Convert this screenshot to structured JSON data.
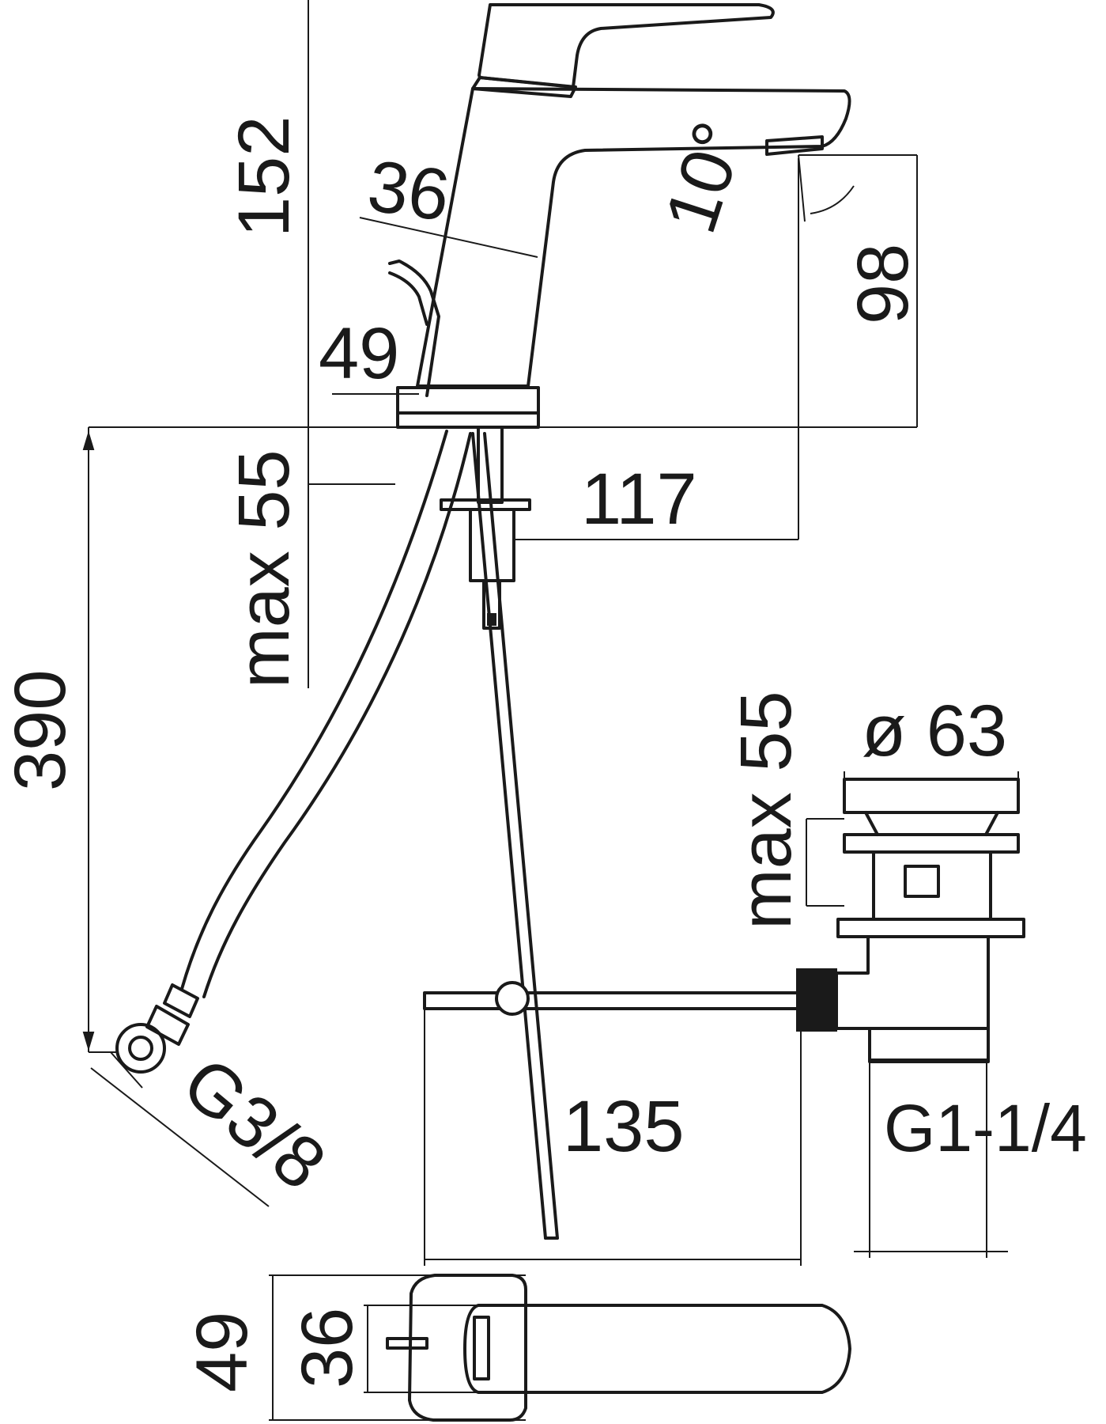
{
  "dimensions": {
    "height_total": "152",
    "spout_width": "36",
    "spout_angle": "10°",
    "spout_height": "98",
    "base_width": "49",
    "reach": "117",
    "max_deck_tap": "max 55",
    "hose_length": "390",
    "hose_connection": "G3/8",
    "waste_diameter": "ø 63",
    "max_deck_waste": "max 55",
    "rod_length": "135",
    "waste_thread": "G1-1/4",
    "plan_base_width": "49",
    "plan_spout_width": "36"
  },
  "colors": {
    "line": "#1a1a1a",
    "background": "#ffffff"
  }
}
